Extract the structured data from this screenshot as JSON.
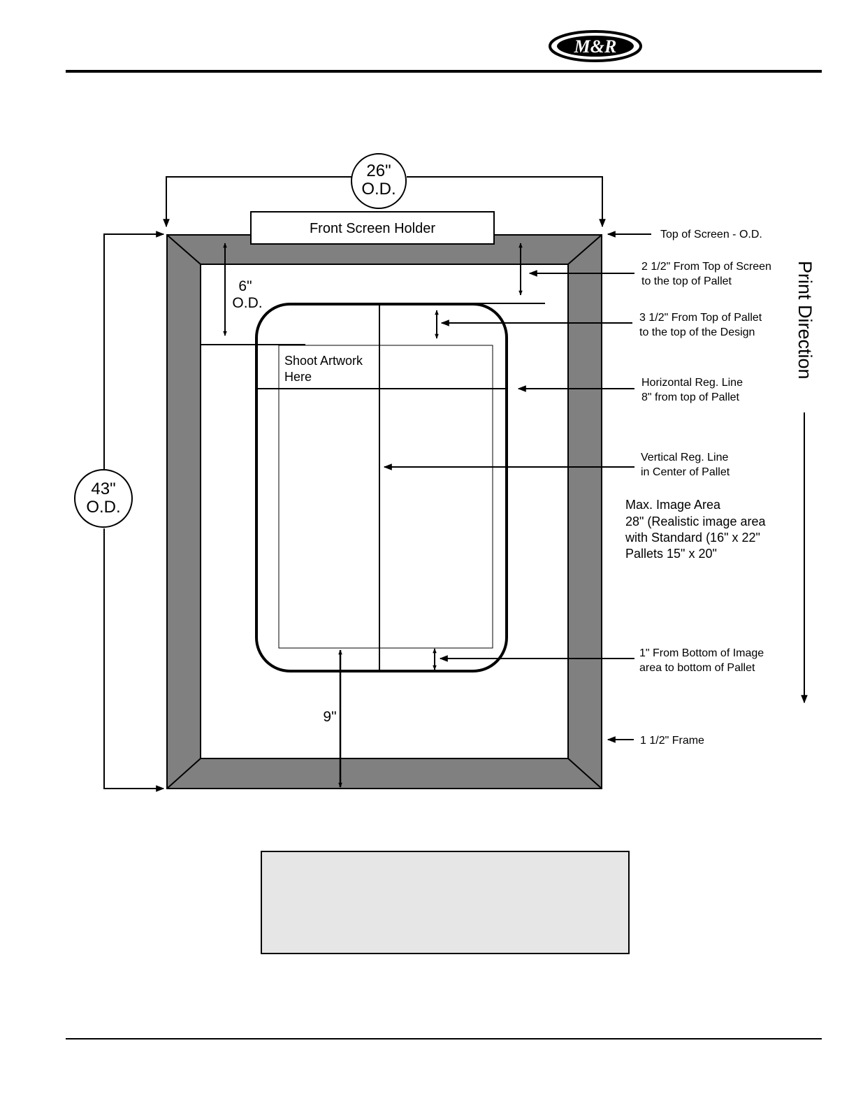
{
  "brand": {
    "logo_text": "M&R"
  },
  "diagram": {
    "screen_width": {
      "value": "26\"",
      "unit": "O.D."
    },
    "screen_height": {
      "value": "43\"",
      "unit": "O.D."
    },
    "front_holder": "Front Screen Holder",
    "pallet_offset": {
      "value": "6\"",
      "unit": "O.D."
    },
    "shoot_artwork": {
      "line1": "Shoot Artwork",
      "line2": "Here"
    },
    "bottom_dim": "9\"",
    "print_direction": "Print Direction",
    "callouts": {
      "top_of_screen": "Top of Screen - O.D.",
      "top_to_pallet": {
        "line1": "2 1/2\" From Top of Screen",
        "line2": "to the top of Pallet"
      },
      "pallet_to_design": {
        "line1": "3 1/2\" From Top of Pallet",
        "line2": "to the top of the Design"
      },
      "horizontal_reg": {
        "line1": "Horizontal Reg. Line",
        "line2": "8\" from top of Pallet"
      },
      "vertical_reg": {
        "line1": "Vertical Reg. Line",
        "line2": "in Center of Pallet"
      },
      "max_image": {
        "line1": "Max. Image Area",
        "line2": "28\" (Realistic image area",
        "line3": "with Standard (16\" x 22\"",
        "line4": "Pallets 15\" x 20\""
      },
      "bottom_margin": {
        "line1": "1\" From Bottom of Image",
        "line2": "area to bottom of Pallet"
      },
      "frame": "1 1/2\" Frame"
    },
    "colors": {
      "frame": "#808080",
      "note_box": "#e6e6e6",
      "ink": "#000000"
    }
  }
}
